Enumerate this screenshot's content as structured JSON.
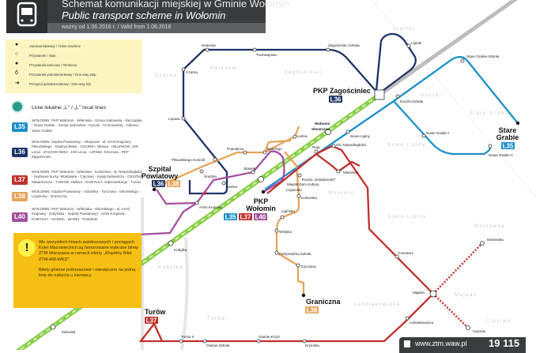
{
  "header": {
    "title_pl": "Schemat komunikacji miejskiej w Gminie Wołomin",
    "title_en": "Public transport scheme in Wołomin",
    "valid": "ważny od 1.06.2016 r. / Valid from 1.06.2016",
    "icon": "bus-icon"
  },
  "legend": {
    "items": [
      {
        "icon": "ticket-machine-icon",
        "label": "Automat biletowy / Ticket machine"
      },
      {
        "icon": "stop-icon",
        "label": "Przystanek / Stop"
      },
      {
        "icon": "terminus-icon",
        "label": "Przystanek końcowy / Terminus"
      },
      {
        "icon": "one-way-stop-icon",
        "label": "Przystanek jednokierunkowy / One-way stop"
      },
      {
        "icon": "one-way-trip-icon",
        "label": "Przejazd jednokierunkowy / One-way trip"
      }
    ]
  },
  "lines_title": "Linie lokalne „L\" / „L\" local lines",
  "colors": {
    "L35": "#1e8fc9",
    "L36": "#1d3467",
    "L37": "#c0302c",
    "L38": "#e8a35a",
    "L40": "#a4509e",
    "rail": "#8ccf4d",
    "rail_gray": "#bdbdbd",
    "warning": "#f6bf13",
    "legend_bg": "#fdf5c0"
  },
  "lines": [
    {
      "id": "L35",
      "desc": "WOŁOMIN: PKP Wołomin - Wileńska - Szosa Jadowska - Ręczajska - Nowe Grabie - Szosa Jadowska - Duczki - Cichorackiej - Główna - Stare Grabie"
    },
    {
      "id": "L36",
      "desc": "WOŁOMIN: Szpital Powiatowy - Okopowa - al. Armii Krajowej - Piłsudskiego - Radzymińska - CZARNA: Witosa - HELENÓW: 100-Lecia - ZAGOŚCINIEC: 100-Lecia - LIPINKI: Klonowa - PKP Zagościniec"
    },
    {
      "id": "L37",
      "desc": "WOŁOMIN: PKP Wołomin - Wileńska - Kościelna - al. Niepodległości - (wybrane kursy: Mostówka - Cięciwa) - Kasprzykiewicza - OSSÓW: Matarewicza - TURÓW: Hallera - KOBYŁKA: Dąbrowskiego - Turów"
    },
    {
      "id": "L38",
      "desc": "WOŁOMIN: Szpital Powiatowy - Gdyńska - Tęczowa - Sikorskiego - Legionów - Graniczna"
    },
    {
      "id": "L40",
      "desc": "WOŁOMIN: PKP Wołomin - Wileńska - Sikorskiego - al. Armii Krajowej - (Gdyńska - Szpital Powiatowy) - Armii Krajowej - KOBYŁKA - NADMA - MARKI - Pustelnik"
    }
  ],
  "warning": {
    "p1": "We wszystkich liniach autobusowych i pociągach Kolei Mazowieckich są honorowane wybrane bilety ZTM Warszawa w ramach oferty „Wspólny Bilet ZTM-KM-WKD\".",
    "p2": "Bilety gminne jednorazowe i miesięczne na jedną linię do nabycia u kierowcy."
  },
  "termini": {
    "szpital": {
      "name1": "Szpital",
      "name2": "Powiatowy",
      "lines": [
        "L36",
        "L38"
      ]
    },
    "zagosciniec": {
      "name": "PKP Zagościniec",
      "lines": [
        "L36"
      ]
    },
    "stare_grabie": {
      "name1": "Stare",
      "name2": "Grabie",
      "lines": [
        "L35"
      ]
    },
    "pkp_wolomin": {
      "name1": "PKP",
      "name2": "Wołomin",
      "lines": [
        "L35",
        "L37",
        "L40"
      ]
    },
    "graniczna": {
      "name": "Graniczna",
      "lines": [
        "L38"
      ]
    },
    "turow": {
      "name": "Turów",
      "lines": [
        "L37"
      ]
    },
    "slonecza": {
      "name1": "Wołomin",
      "name2": "Słoneczna"
    }
  },
  "stations": [
    "Helenów",
    "Tramwajowa",
    "Zagościniec-Szkoła",
    "Czarna",
    "Lipowa",
    "Lipinki",
    "Piłsudskiego-Kościół",
    "Średnia",
    "Sasina",
    "Popularna",
    "Batorego",
    "Leśna",
    "Nowe Lipiny",
    "Os. Niepodległości",
    "Reja",
    "Mieszka I",
    "Rondo „Solidarności\"",
    "Miejski Dom Kultury",
    "Legionów",
    "Kościelna",
    "Lipińska",
    "Wiejska",
    "Partyzantów-Szkoła",
    "Gryczana",
    "Stawek",
    "Armii Krajowej",
    "Kobyłka",
    "Zielonka",
    "Turów II",
    "Ossów-Szkoła",
    "Ossów-Krzyż",
    "Krymska",
    "Leśniakowizna",
    "Majdan",
    "Cmentarz",
    "Mostówka",
    "Cięciwa",
    "Duczki-Szkoła",
    "Nowe Grabie I",
    "Nowe Grabie II",
    "Stare Grabie-Szkoła"
  ],
  "areas": [
    "Czarna",
    "Helenów",
    "Zagościniec",
    "Lipinki",
    "Duczki",
    "Stare Grabie",
    "Nowe Lipiny",
    "Wołomin",
    "Stare Lipiny",
    "Mostówka",
    "Majdan",
    "Leśniakowizna",
    "Cięciwa",
    "Kobyłka",
    "Turów"
  ],
  "footer": {
    "url": "www.ztm.waw.pl",
    "phone": "19 115"
  }
}
